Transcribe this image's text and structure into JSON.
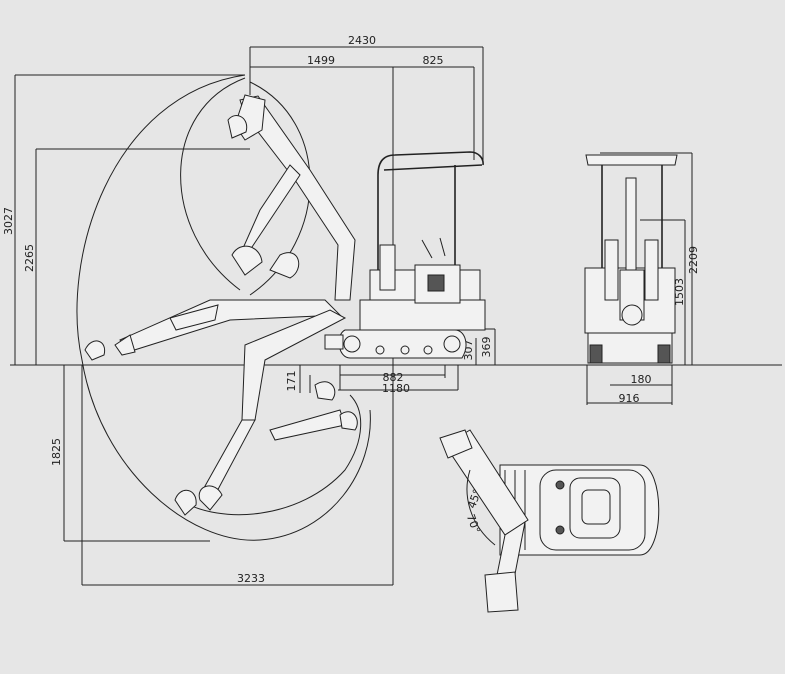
{
  "colors": {
    "background": "#e6e6e6",
    "line": "#222222"
  },
  "dimensions": {
    "d2430": "2430",
    "d1499": "1499",
    "d825": "825",
    "d3027": "3027",
    "d2265": "2265",
    "d307": "307",
    "d369": "369",
    "d882": "882",
    "d1180": "1180",
    "d171": "171",
    "d1825": "1825",
    "d3233": "3233",
    "d2209": "2209",
    "d1503": "1503",
    "d180": "180",
    "d916": "916"
  },
  "angles": {
    "a45": "45°",
    "a70": "70°"
  }
}
